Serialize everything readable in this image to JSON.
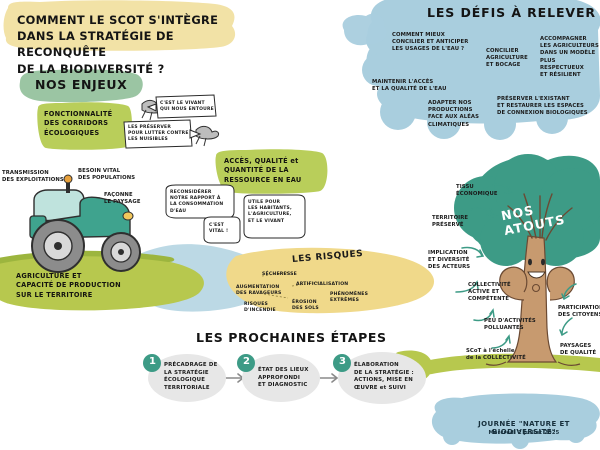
{
  "poster": {
    "title": "COMMENT LE SCOT S'INTÈGRE\nDANS LA STRATÉGIE DE RECONQUÊTE\nDE LA BIODIVERSITÉ ?",
    "colors": {
      "title_banner": "#f2e2a6",
      "green_section": "#9bc5a3",
      "green_banner": "#b9ce5a",
      "olive_banner": "#b7c84e",
      "teal": "#3d9b86",
      "sky": "#a9cede",
      "sand": "#f0d98a",
      "water": "#bcd9e5",
      "ink": "#1b1b1b",
      "tractor": "#3fa38e",
      "trunk": "#c79a6f"
    }
  },
  "enjeux": {
    "heading": "NOS ENJEUX",
    "banner_corridors": "FONCTIONNALITÉ\nDES CORRIDORS\nÉCOLOGIQUES",
    "banner_eau": "ACCÈS, QUALITÉ et\nQUANTITÉ DE LA\nRESSOURCE EN EAU",
    "banner_agri": "AGRICULTURE ET\nCAPACITÉ DE PRODUCTION\nSUR LE TERRITOIRE",
    "notes": [
      {
        "text": "TRANSMISSION\nDES EXPLOITATIONS"
      },
      {
        "text": "BESOIN VITAL\nDES POPULATIONS"
      },
      {
        "text": "FAÇONNE\nLE PAYSAGE"
      }
    ],
    "bubbles": [
      {
        "text": "C'EST LE VIVANT\nQUI NOUS ENTOURE"
      },
      {
        "text": "LES PRÉSERVER\nPOUR LUTTER CONTRE\nLES NUISIBLES"
      },
      {
        "text": "RECONSIDÉRER\nNOTRE RAPPORT À\nLA CONSOMMATION D'EAU"
      },
      {
        "text": "C'EST\nVITAL !"
      },
      {
        "text": "UTILE POUR\nLES HABITANTS,\nL'AGRICULTURE,\nET LE VIVANT"
      }
    ]
  },
  "risques": {
    "heading": "LES RISQUES",
    "items": [
      "SÉCHERESSE",
      "ARTIFICIALISATION",
      "AUGMENTATION\nDES RAVAGEURS",
      "PHÉNOMÈNES\nEXTRÊMES",
      "RISQUES\nD'INCENDIE",
      "ÉROSION\nDES SOLS"
    ]
  },
  "defis": {
    "heading": "LES DÉFIS À RELEVER",
    "items": [
      "COMMENT MIEUX\nCONCILIER ET ANTICIPER\nLES USAGES DE L'EAU ?",
      "CONCILIER\nAGRICULTURE\nET BOCAGE",
      "ACCOMPAGNER\nLES AGRICULTEURS\nDANS UN MODÈLE\nPLUS RESPECTUEUX\nET RÉSILIENT",
      "MAINTENIR L'ACCÈS\nET LA QUALITÉ DE L'EAU",
      "ADAPTER NOS\nPRODUCTIONS\nFACE AUX ALÉAS\nCLIMATIQUES",
      "PRÉSERVER L'EXISTANT\nET RESTAURER LES ESPACES\nDE CONNEXION BIOLOGIQUES"
    ]
  },
  "atouts": {
    "heading": "NOS ATOUTS",
    "items": [
      "TISSU\nÉCONOMIQUE",
      "TERRITOIRE\nPRÉSERVÉ",
      "IMPLICATION\nET DIVERSITÉ\nDES ACTEURS",
      "COLLECTIVITÉ\nACTIVE ET\nCOMPÉTENTE",
      "PEU D'ACTIVITÉS\nPOLLUANTES",
      "SCoT à l'échelle\nde la COLLECTIVITÉ",
      "PARTICIPATION\nDES CITOYENS",
      "PAYSAGES\nDE QUALITÉ"
    ]
  },
  "etapes": {
    "heading": "LES PROCHAINES ÉTAPES",
    "steps": [
      {
        "num": "1",
        "text": "PRÉCADRAGE DE\nLA STRATÉGIE\nÉCOLOGIQUE\nTERRITORIALE"
      },
      {
        "num": "2",
        "text": "ÉTAT DES LIEUX\nAPPROFONDI\nET DIAGNOSTIC"
      },
      {
        "num": "3",
        "text": "ÉLABORATION\nDE LA STRATÉGIE :\nACTIONS, MISE EN\nŒUVRE et SUIVI"
      }
    ]
  },
  "footer": {
    "line1": "JOURNÉE \"NATURE ET BIODIVERSITÉ\"",
    "line2": "Mercredi 2 Juillet 2025"
  }
}
